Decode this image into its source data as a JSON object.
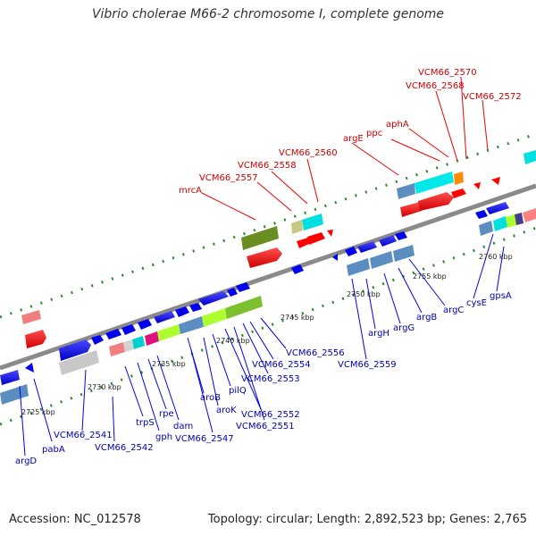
{
  "title": "Vibrio cholerae M66-2 chromosome I, complete genome",
  "footer": {
    "accession": "Accession: NC_012578",
    "topology": "Topology: circular; Length: 2,892,523 bp; Genes: 2,765"
  },
  "colors": {
    "backbone": "#888888",
    "forward_gene": "#ff0000",
    "reverse_gene": "#0000ee",
    "red_label": "#cc0000",
    "blue_label": "#0000b0"
  },
  "ticks": [
    "2725 kbp",
    "2730 kbp",
    "2735 kbp",
    "2740 kbp",
    "2745 kbp",
    "2750 kbp",
    "2755 kbp",
    "2760 kbp"
  ],
  "red_labels": [
    "VCM66_2570",
    "VCM66_2568",
    "VCM66_2572",
    "aphA",
    "ppc",
    "argE",
    "VCM66_2560",
    "VCM66_2558",
    "VCM66_2557",
    "mrcA"
  ],
  "blue_labels": [
    "argD",
    "pabA",
    "VCM66_2541",
    "VCM66_2542",
    "trpS",
    "gph",
    "rpe",
    "dam",
    "VCM66_2547",
    "aroB",
    "aroK",
    "pilQ",
    "VCM66_2552",
    "VCM66_2551",
    "VCM66_2553",
    "VCM66_2554",
    "VCM66_2556",
    "VCM66_2559",
    "argH",
    "argG",
    "argB",
    "argC",
    "cysE",
    "gpsA"
  ]
}
